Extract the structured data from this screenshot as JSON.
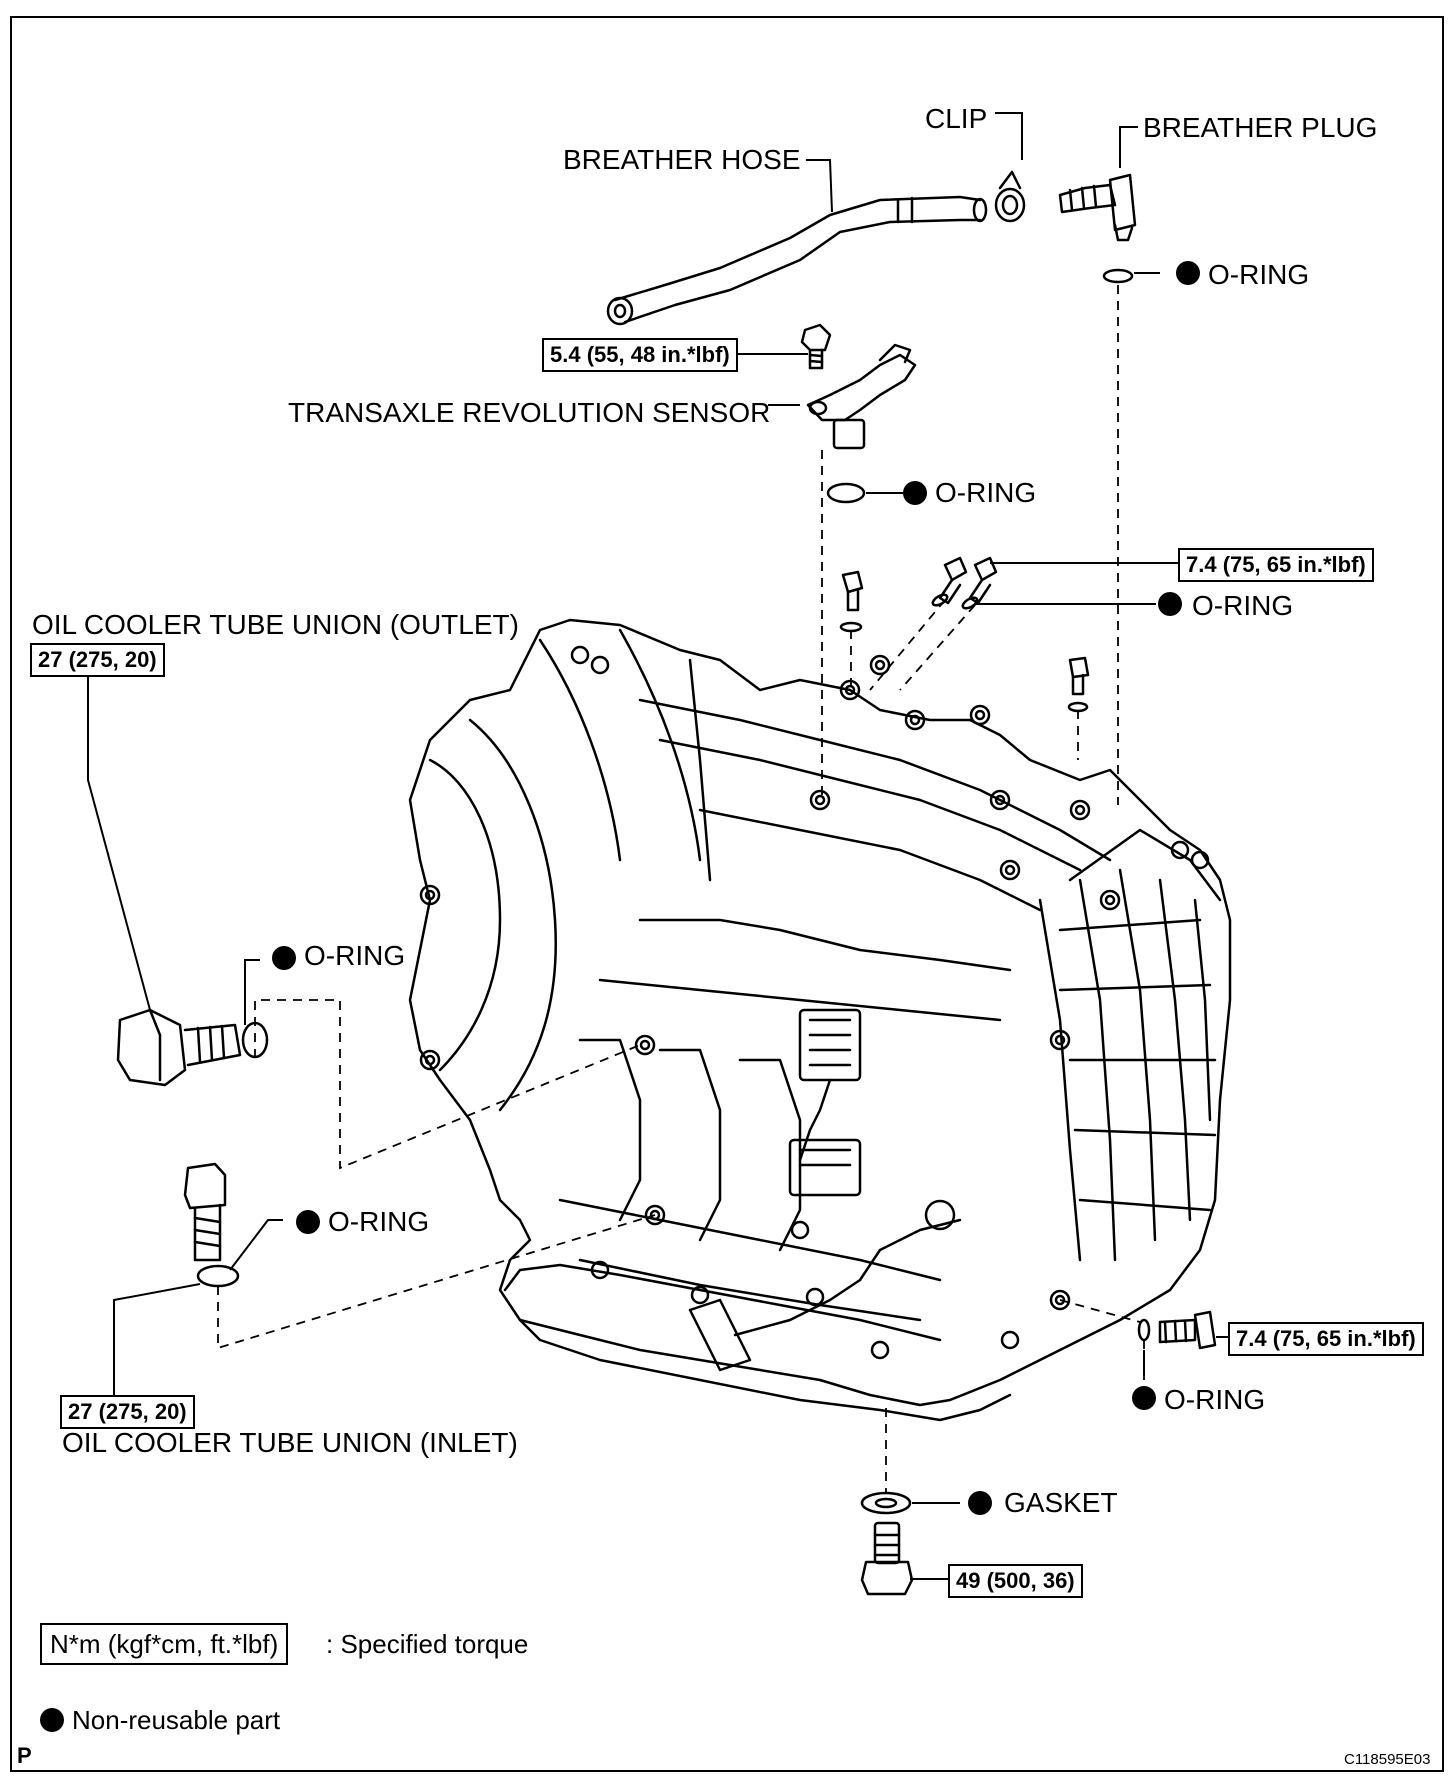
{
  "labels": {
    "clip": "CLIP",
    "breather_plug": "BREATHER PLUG",
    "breather_hose": "BREATHER HOSE",
    "o_ring": "O-RING",
    "transaxle_revolution_sensor": "TRANSAXLE REVOLUTION SENSOR",
    "oil_cooler_outlet": "OIL COOLER TUBE UNION (OUTLET)",
    "oil_cooler_inlet": "OIL COOLER TUBE UNION (INLET)",
    "gasket": "GASKET"
  },
  "torques": {
    "sensor_bolt": "5.4 (55, 48 in.*lbf)",
    "top_plugs": "7.4 (75, 65 in.*lbf)",
    "outlet_union": "27 (275, 20)",
    "inlet_union": "27 (275, 20)",
    "side_plug": "7.4 (75, 65 in.*lbf)",
    "drain_plug": "49 (500, 36)"
  },
  "legend": {
    "torque_unit": "N*m (kgf*cm, ft.*lbf)",
    "torque_desc": ": Specified torque",
    "non_reusable": "Non-reusable part"
  },
  "footer": {
    "page_mark": "P",
    "figure_code": "C118595E03"
  }
}
